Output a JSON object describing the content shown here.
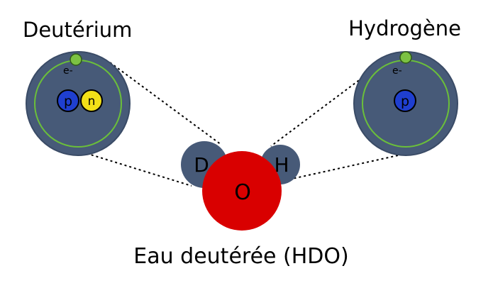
{
  "labels": {
    "deuterium": "Deutérium",
    "hydrogen": "Hydrogène",
    "caption": "Eau deutérée (HDO)"
  },
  "deuterium_atom": {
    "electron": "e-",
    "proton": "p",
    "neutron": "n"
  },
  "hydrogen_atom": {
    "electron": "e-",
    "proton": "p"
  },
  "molecule": {
    "deuterium_letter": "D",
    "hydrogen_letter": "H",
    "oxygen_letter": "O"
  },
  "colors": {
    "atom_fill": "#475a78",
    "atom_edge": "#3a4b66",
    "orbit": "#6bbf3a",
    "electron": "#7cc243",
    "proton": "#1f3fd0",
    "neutron": "#f2e018",
    "oxygen": "#d90000",
    "line": "#000000"
  }
}
